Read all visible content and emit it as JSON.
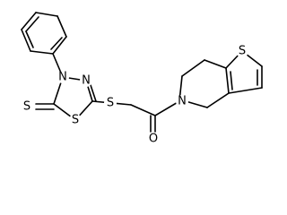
{
  "diagram": {
    "atoms": [
      {
        "id": "a_s_thione",
        "label": "S"
      },
      {
        "id": "a_n4",
        "label": "N"
      },
      {
        "id": "a_n3",
        "label": "N"
      },
      {
        "id": "a_s_ring",
        "label": "S"
      },
      {
        "id": "a_s_thioether",
        "label": "S"
      },
      {
        "id": "a_o_carbonyl",
        "label": "O"
      },
      {
        "id": "a_n_amide",
        "label": "N"
      },
      {
        "id": "a_s_thiophene",
        "label": "S"
      }
    ]
  }
}
